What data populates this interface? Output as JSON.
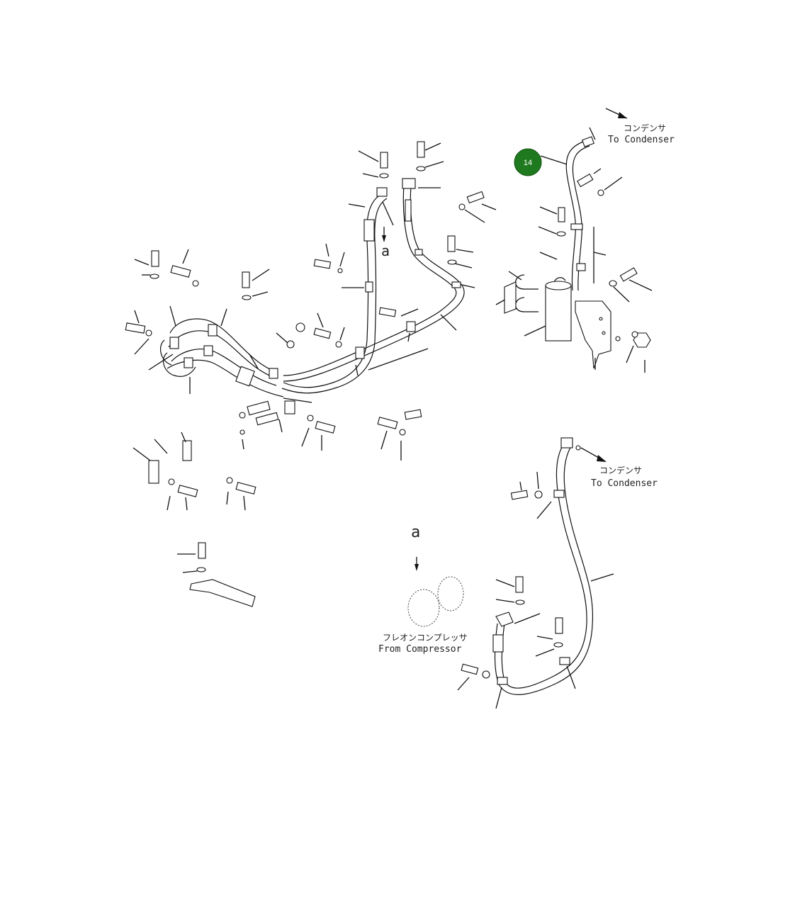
{
  "labels": {
    "to_condenser_top_jp": "コンデンサ",
    "to_condenser_top_en": "To Condenser",
    "to_condenser_bottom_jp": "コンデンサ",
    "to_condenser_bottom_en": "To Condenser",
    "from_compressor_jp": "フレオンコンプレッサ",
    "from_compressor_en": "From Compressor",
    "view_a_top": "a",
    "view_a_detail": "a"
  },
  "callout": {
    "number": "14",
    "color": "#1f7a1f"
  }
}
